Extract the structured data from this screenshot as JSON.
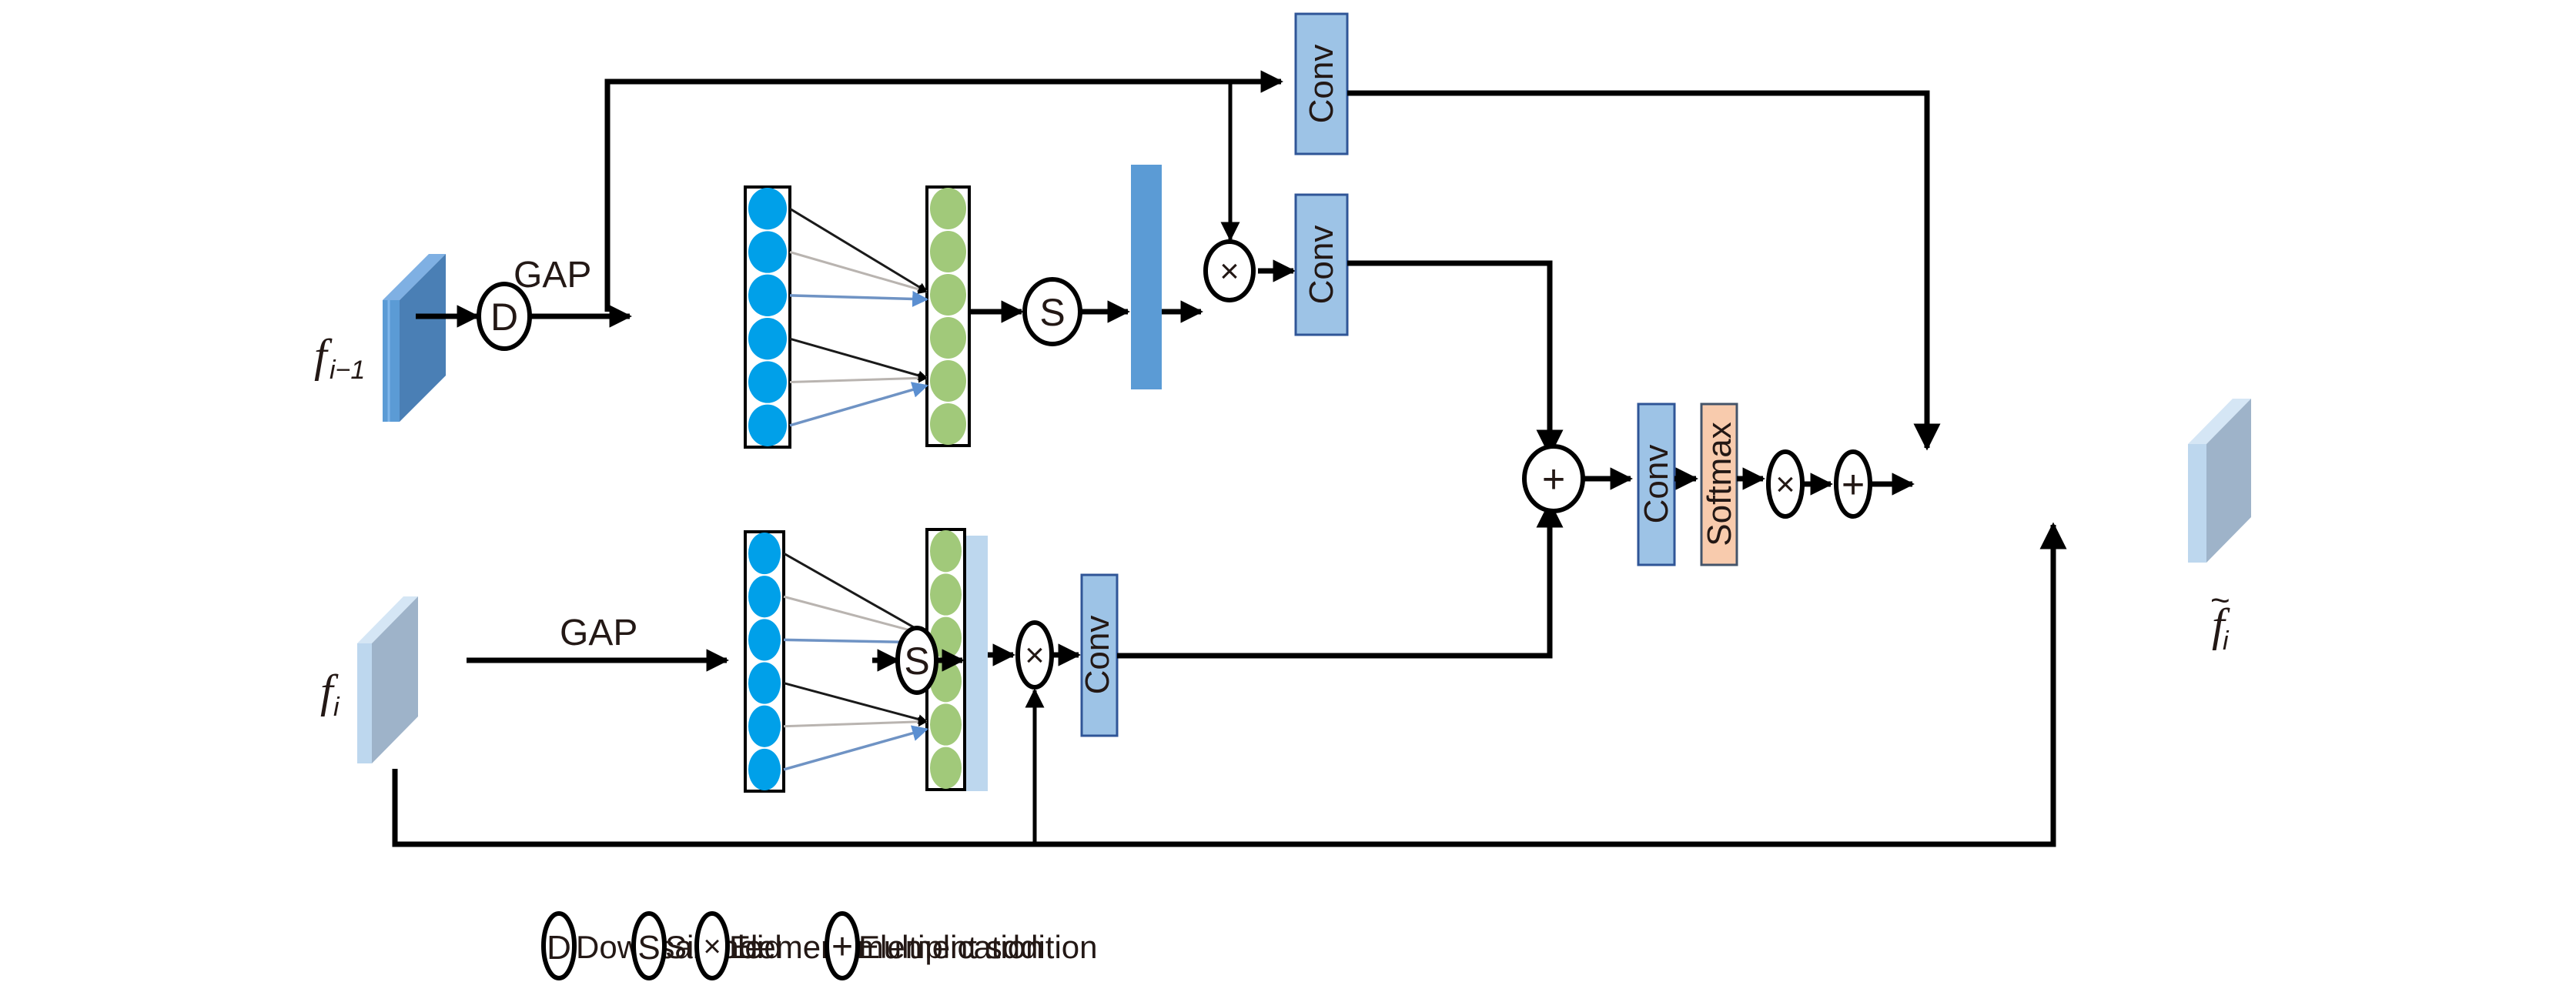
{
  "figure": {
    "inputs": {
      "prev": {
        "symbol": "f",
        "subscript": "i−1"
      },
      "curr": {
        "symbol": "f",
        "subscript": "i"
      }
    },
    "output": {
      "symbol": "f",
      "accent": "~",
      "subscript": "i"
    },
    "top_branch": {
      "gap_label": "GAP",
      "downsample_op": "D",
      "sigmoid_op": "S",
      "multiply_op": "×",
      "conv_label": "Conv"
    },
    "bottom_branch": {
      "gap_label": "GAP",
      "sigmoid_op": "S",
      "multiply_op": "×",
      "conv_label": "Conv"
    },
    "bypass_conv_label": "Conv",
    "fusion": {
      "add_op": "+",
      "conv_label": "Conv",
      "softmax_label": "Softmax",
      "multiply_op": "×",
      "residual_add_op": "+"
    },
    "fc_layer": {
      "input_nodes": 6,
      "output_nodes": 6
    }
  },
  "legend": [
    {
      "symbol": "D",
      "label": "Downsample"
    },
    {
      "symbol": "S",
      "label": "Sigmoid"
    },
    {
      "symbol": "×",
      "label": "Element multiplication"
    },
    {
      "symbol": "+",
      "label": "Element sddition"
    }
  ],
  "colors": {
    "feature_prev_front": "#5b9bd5",
    "feature_prev_side": "#4a7fb5",
    "feature_curr_front": "#bdd7ee",
    "feature_curr_side": "#9eb3c9",
    "neuron_blue": "#00a0e9",
    "neuron_green": "#a1c97a",
    "weight_bar_dark": "#5b9bd5",
    "weight_bar_light": "#bdd7ee",
    "conv_fill": "#9dc3e6",
    "conv_stroke": "#2f5597",
    "softmax_fill": "#f8cbad",
    "softmax_stroke": "#44546a"
  }
}
